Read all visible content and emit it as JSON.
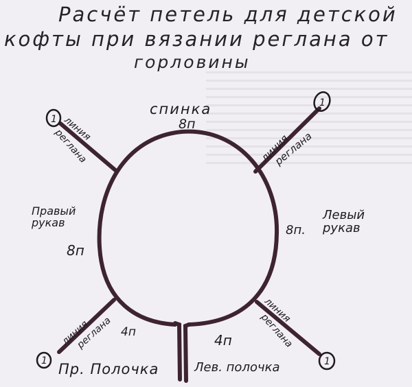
{
  "title": {
    "line1": "Расчёт петель для детской",
    "line2": "кофты при вязании реглана от",
    "line3": "горловины"
  },
  "diagram": {
    "stroke_color": "#3d2430",
    "paper_color": "#f1eff3",
    "sections": {
      "back": {
        "name": "спинка",
        "stitches": "8п"
      },
      "left_sleeve": {
        "name_line1": "Левый",
        "name_line2": "рукав",
        "stitches": "8п."
      },
      "right_sleeve": {
        "name_line1": "Правый",
        "name_line2": "рукав",
        "stitches": "8п"
      },
      "right_front": {
        "name": "Пр. Полочка",
        "stitches": "4п"
      },
      "left_front": {
        "name": "Лев. полочка",
        "stitches": "4п"
      }
    },
    "raglan_lines": [
      {
        "position": "top-left",
        "line1": "линия",
        "line2": "реглана",
        "marker": "1"
      },
      {
        "position": "top-right",
        "line1": "линия",
        "line2": "реглана",
        "marker": "1"
      },
      {
        "position": "bottom-left",
        "line1": "линия",
        "line2": "реглана",
        "marker": "1"
      },
      {
        "position": "bottom-right",
        "line1": "линия",
        "line2": "реглана",
        "marker": "1"
      }
    ]
  }
}
